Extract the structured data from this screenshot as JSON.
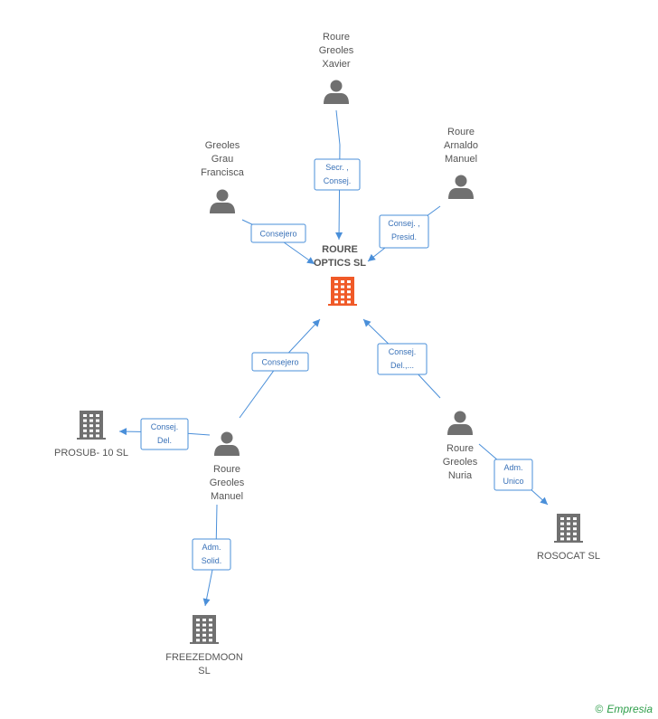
{
  "center": {
    "lines": [
      "ROURE",
      "OPTICS SL"
    ],
    "color": "#f05a28"
  },
  "persons": [
    {
      "id": "xavier",
      "lines": [
        "Roure",
        "Greoles",
        "Xavier"
      ]
    },
    {
      "id": "francisca",
      "lines": [
        "Greoles",
        "Grau",
        "Francisca"
      ]
    },
    {
      "id": "arnaldo",
      "lines": [
        "Roure",
        "Arnaldo",
        "Manuel"
      ]
    },
    {
      "id": "manuel",
      "lines": [
        "Roure",
        "Greoles",
        "Manuel"
      ]
    },
    {
      "id": "nuria",
      "lines": [
        "Roure",
        "Greoles",
        "Nuria"
      ]
    }
  ],
  "companies": [
    {
      "id": "prosub",
      "lines": [
        "PROSUB- 10 SL"
      ]
    },
    {
      "id": "freezedmoon",
      "lines": [
        "FREEZEDMOON",
        "SL"
      ]
    },
    {
      "id": "rosocat",
      "lines": [
        "ROSOCAT  SL"
      ]
    }
  ],
  "edges": [
    {
      "id": "xavier-center",
      "lines": [
        "Secr. ,",
        "Consej."
      ]
    },
    {
      "id": "francisca-center",
      "lines": [
        "Consejero"
      ]
    },
    {
      "id": "arnaldo-center",
      "lines": [
        "Consej. ,",
        "Presid."
      ]
    },
    {
      "id": "manuel-center",
      "lines": [
        "Consejero"
      ]
    },
    {
      "id": "nuria-center",
      "lines": [
        "Consej.",
        "Del.,..."
      ]
    },
    {
      "id": "manuel-prosub",
      "lines": [
        "Consej.",
        "Del."
      ]
    },
    {
      "id": "manuel-freezedmoon",
      "lines": [
        "Adm.",
        "Solid."
      ]
    },
    {
      "id": "nuria-rosocat",
      "lines": [
        "Adm.",
        "Unico"
      ]
    }
  ],
  "colors": {
    "edge": "#4a8fd9",
    "icon": "#707070",
    "center": "#f05a28"
  },
  "watermark": {
    "symbol": "©",
    "brand": "Empresia"
  }
}
